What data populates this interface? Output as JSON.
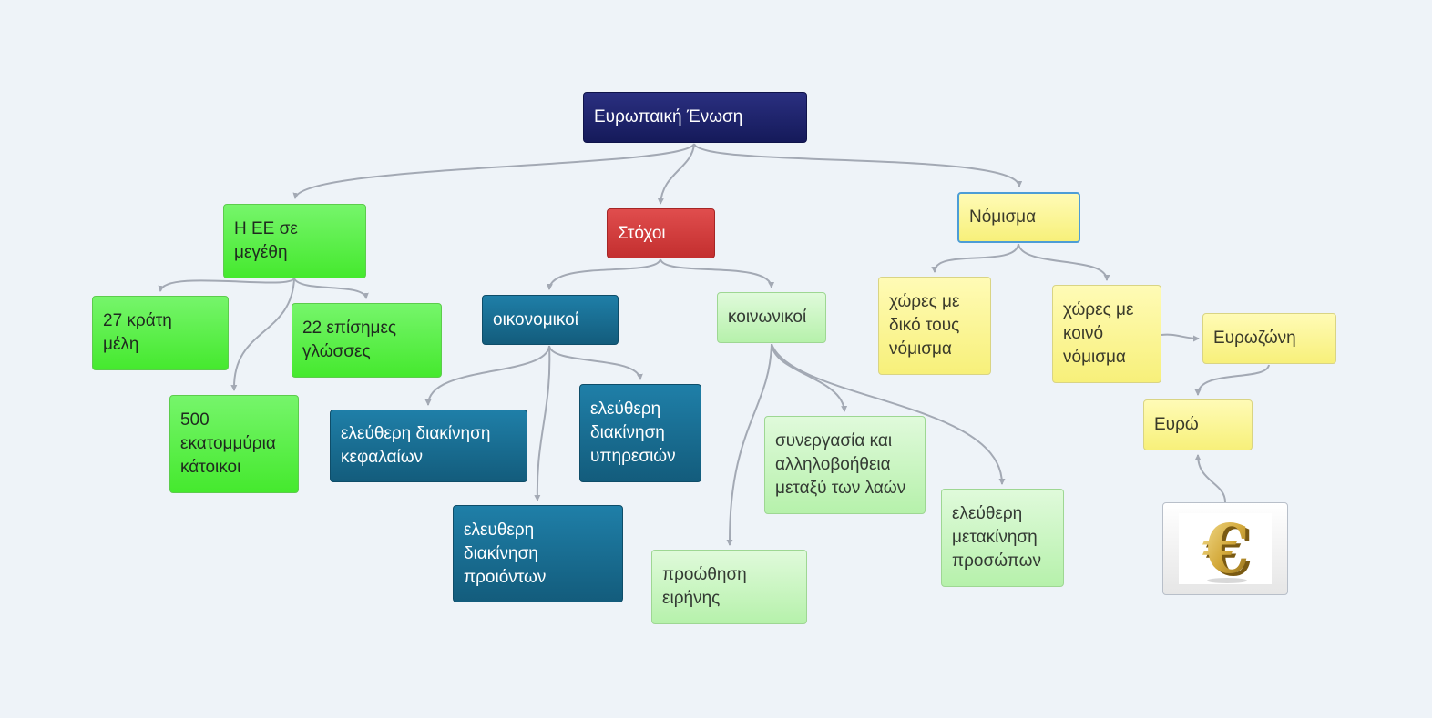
{
  "colors": {
    "root": "#1b2066",
    "goals": "#d23c3c",
    "size_branch": "#4ced38",
    "economic": "#176b90",
    "social": "#c6f5bd",
    "currency": "#faf59a",
    "selection_border": "#4d9dd6",
    "connector": "#a3a9b4",
    "background": "#eef3f8"
  },
  "nodes": {
    "root": "Ευρωπαική Ένωση",
    "eu_sizes": "Η ΕΕ σε\nμεγέθη",
    "member_states": "27 κράτη\nμέλη",
    "official_languages": "22 επίσημες\nγλώσσες",
    "inhabitants": "500\nεκατομμύρια\nκάτοικοι",
    "goals": "Στόχοι",
    "economic": "οικονομικοί",
    "free_capital": "ελεύθερη διακίνηση\nκεφαλαίων",
    "free_products": "ελευθερη\nδιακίνηση\nπροιόντων",
    "free_services": "ελεύθερη\nδιακίνηση\nυπηρεσιών",
    "social": "κοινωνικοί",
    "cooperation": "συνεργασία και\nαλληλοβοήθεια\nμεταξύ των λαών",
    "peace": "προώθηση\nειρήνης",
    "free_movement": "ελεύθερη\nμετακίνηση\nπροσώπων",
    "currency": "Νόμισμα",
    "own_currency": "χώρες με\nδικό τους\nνόμισμα",
    "common_currency": "χώρες με\nκοινό\nνόμισμα",
    "eurozone": "Ευρωζώνη",
    "euro": "Ευρώ",
    "euro_image_icon": "euro-sign-3d-gold-icon"
  }
}
